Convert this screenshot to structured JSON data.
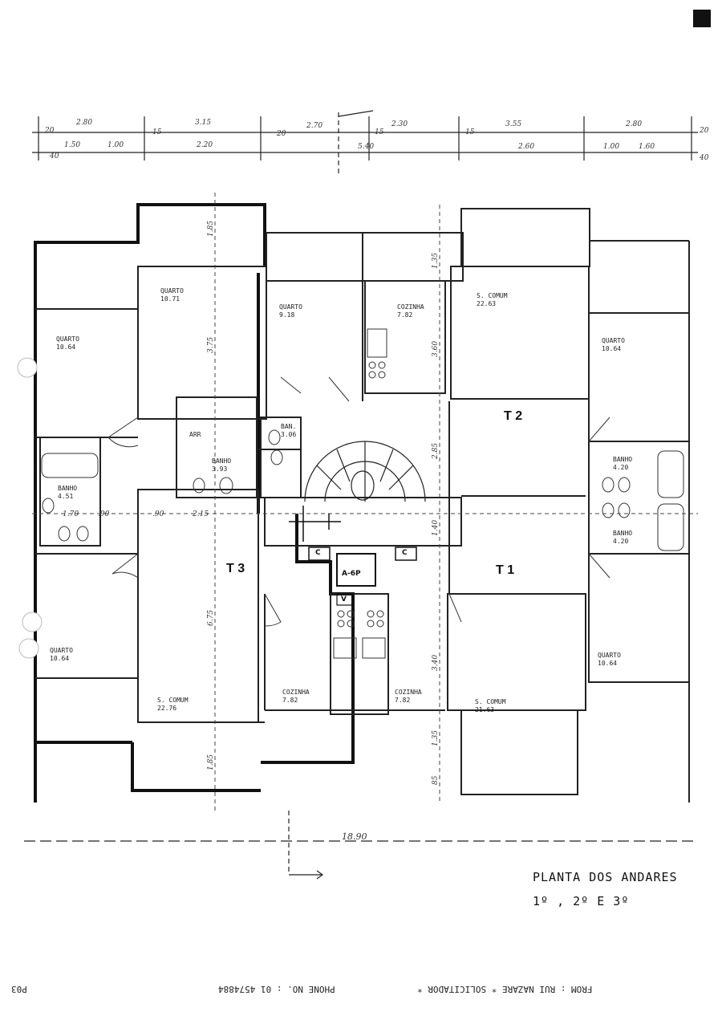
{
  "rooms": {
    "t3_quarto_a": {
      "name": "QUARTO",
      "area": "10.64"
    },
    "t3_quarto_b": {
      "name": "QUARTO",
      "area": "10.71"
    },
    "t3_quarto_c": {
      "name": "QUARTO",
      "area": "9.18"
    },
    "t3_quarto_d": {
      "name": "QUARTO",
      "area": "10.64"
    },
    "t3_banho_a": {
      "name": "BANHO",
      "area": "4.51"
    },
    "t3_banho_b": {
      "name": "BANHO",
      "area": "3.93"
    },
    "t3_ban": {
      "name": "BAN.",
      "area": "3.06"
    },
    "t3_arr": {
      "name": "ARR",
      "area": ""
    },
    "t3_s_comum": {
      "name": "S. COMUM",
      "area": "22.76"
    },
    "t3_cozinha": {
      "name": "COZINHA",
      "area": "7.82"
    },
    "t2_cozinha": {
      "name": "COZINHA",
      "area": "7.82"
    },
    "t2_s_comum": {
      "name": "S. COMUM",
      "area": "22.63"
    },
    "t2_quarto": {
      "name": "QUARTO",
      "area": "10.64"
    },
    "t2_banho": {
      "name": "BANHO",
      "area": "4.20"
    },
    "t1_banho": {
      "name": "BANHO",
      "area": "4.20"
    },
    "t1_quarto": {
      "name": "QUARTO",
      "area": "10.64"
    },
    "t1_s_comum": {
      "name": "S. COMUM",
      "area": "21.63"
    },
    "t1_cozinha": {
      "name": "COZINHA",
      "area": "7.82"
    }
  },
  "units": {
    "t1": "T 1",
    "t2": "T 2",
    "t3": "T 3"
  },
  "elevator": "A-6P",
  "box_c": "C",
  "box_v": "V",
  "dims_top_row1": [
    "2.80",
    "3.15",
    "2.70",
    "2.30",
    "3.55",
    "2.80"
  ],
  "dims_top_row2": [
    "1.50",
    "1.00",
    "2.20",
    "5.40",
    "2.60",
    "1.00",
    "1.60"
  ],
  "dims_small": [
    "20",
    "15",
    "20",
    "15",
    "15",
    "20",
    "40",
    "40"
  ],
  "dims_vertical": [
    "1.85",
    "3.75",
    "6.75",
    "1.85",
    "3.60",
    "2.85",
    "1.40",
    "3.40",
    "1.35",
    "85",
    "1.35"
  ],
  "dims_mid": [
    "1.70",
    ".90",
    ".90",
    "2.15"
  ],
  "dim_bottom": "18.90",
  "title": {
    "line1": "PLANTA DOS ANDARES",
    "line2": "1º , 2º E 3º"
  },
  "footer": {
    "left": "FROM : RUI NAZARE  *  SOLICITADOR  *",
    "middle": "PHONE NO. : 01  4574884",
    "right": "P03"
  }
}
